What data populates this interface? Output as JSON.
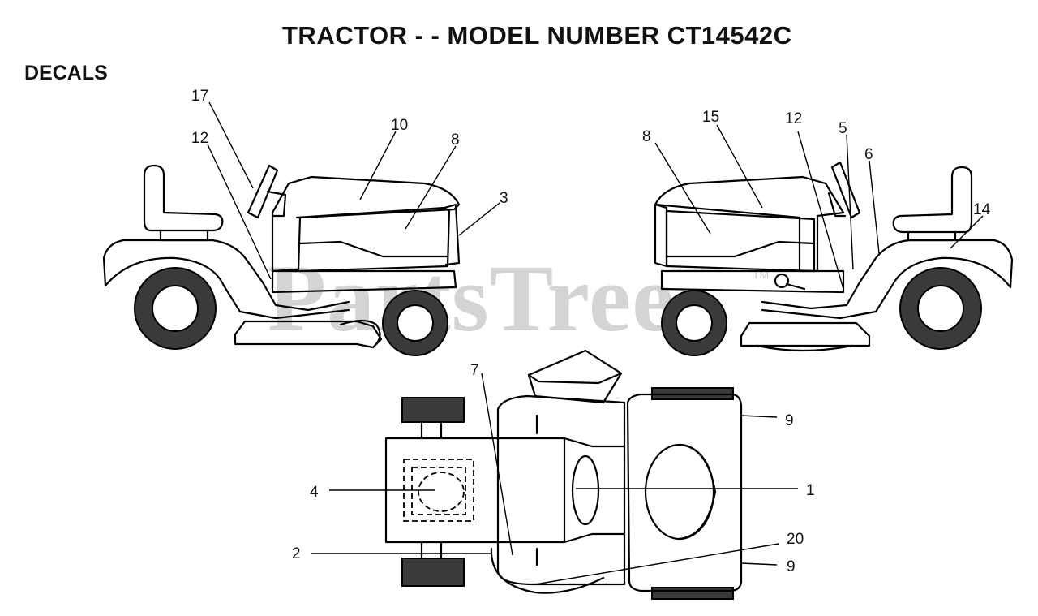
{
  "title": "TRACTOR - - MODEL NUMBER CT14542C",
  "section": "DECALS",
  "watermark": {
    "text": "PartsTree",
    "tm": "TM"
  },
  "callouts": {
    "l17": "17",
    "l12": "12",
    "l10": "10",
    "l8": "8",
    "l3": "3",
    "r8": "8",
    "r15": "15",
    "r12": "12",
    "r5": "5",
    "r6": "6",
    "r14": "14",
    "t7": "7",
    "t9a": "9",
    "t4": "4",
    "t1": "1",
    "t2": "2",
    "t20": "20",
    "t9b": "9"
  }
}
